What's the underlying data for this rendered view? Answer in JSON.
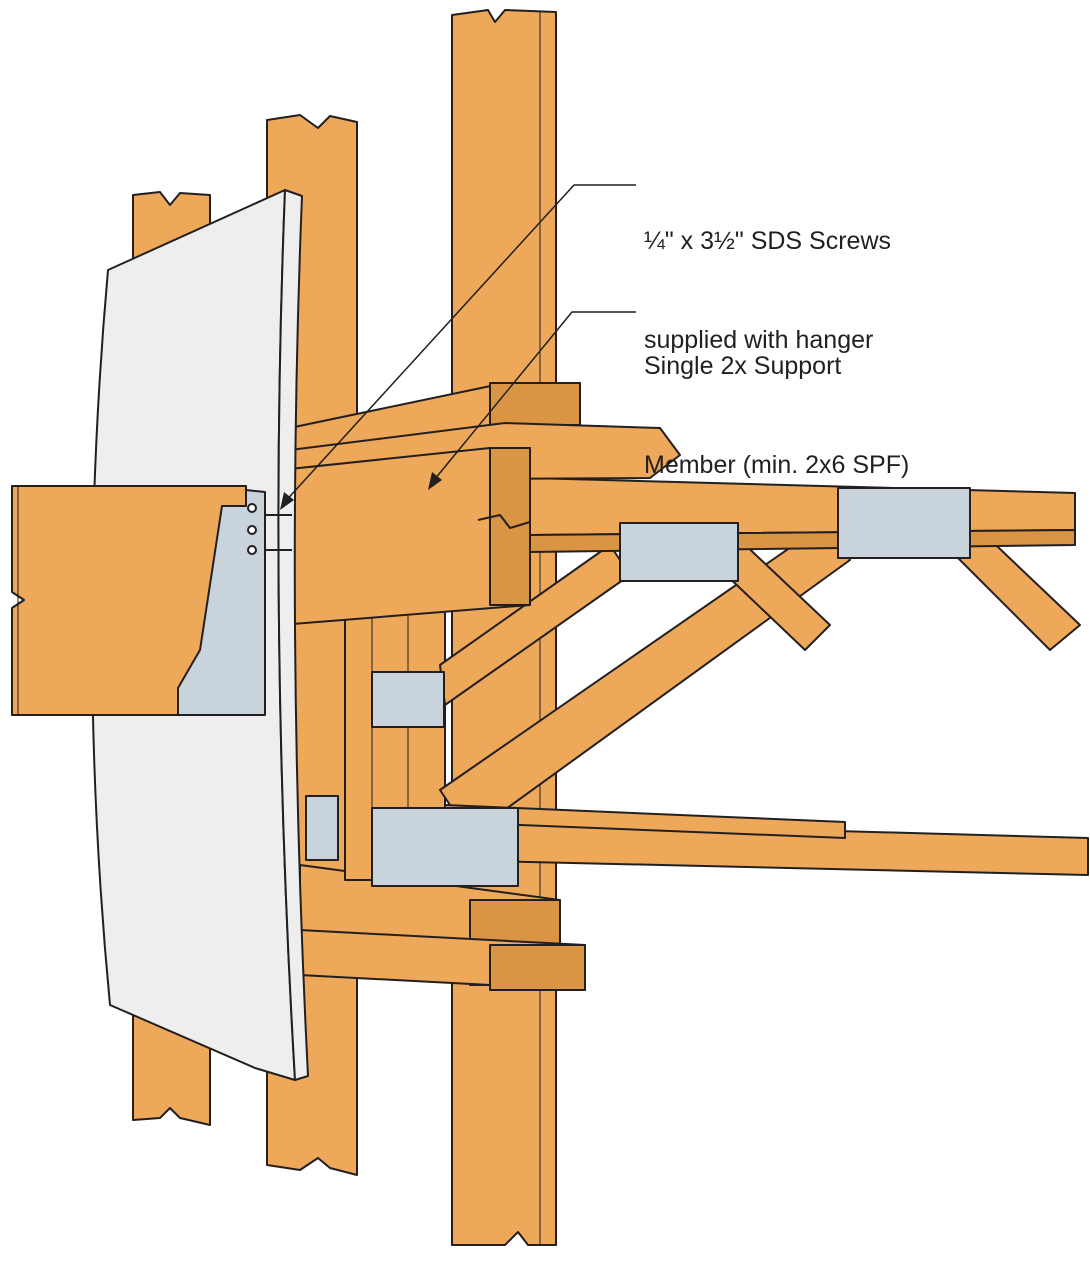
{
  "callouts": {
    "screws": {
      "line1": "¼\" x 3½\" SDS Screws",
      "line2": "supplied with hanger"
    },
    "support": {
      "line1": "Single 2x Support",
      "line2": "Member (min. 2x6 SPF)"
    }
  },
  "colors": {
    "lumber": "#eda85a",
    "lumber_dark": "#d99444",
    "outline": "#231f20",
    "drywall": "#eeeeee",
    "metal": "#c9d3dc",
    "background": "#ffffff"
  }
}
